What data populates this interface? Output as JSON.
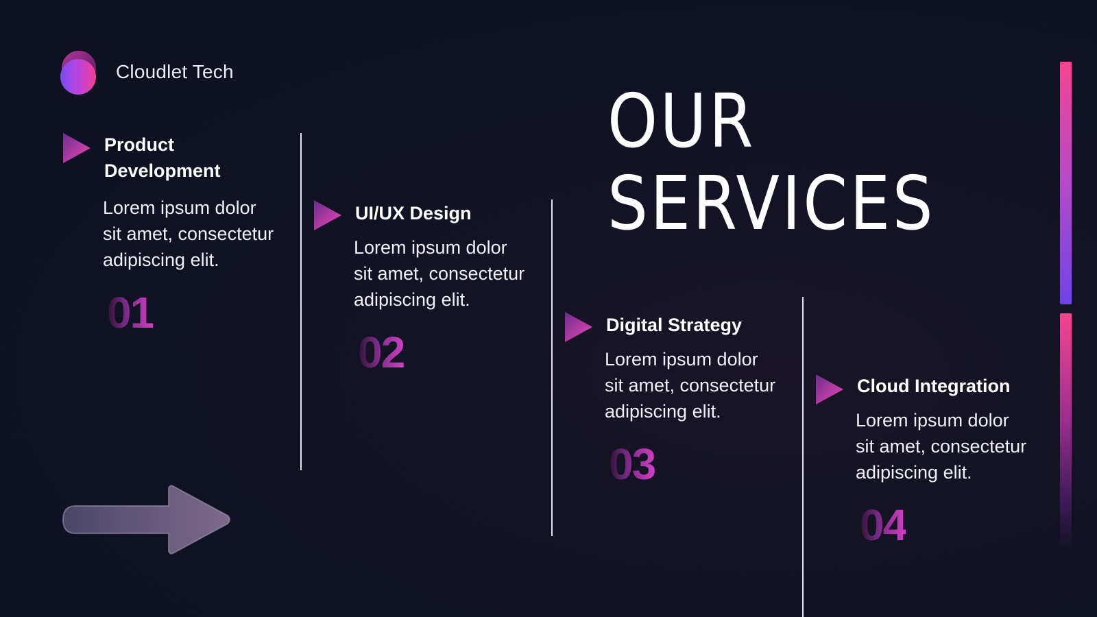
{
  "brand": {
    "name": "Cloudlet Tech",
    "logo": "gradient-circles-logo"
  },
  "title": {
    "line1": "OUR",
    "line2": "SERVICES"
  },
  "services": [
    {
      "name_line1": "Product",
      "name_line2": "Development",
      "desc": [
        "Lorem ipsum dolor",
        "sit amet, consectetur",
        "adipiscing elit."
      ],
      "number": "01"
    },
    {
      "name_line1": "UI/UX Design",
      "name_line2": "",
      "desc": [
        "Lorem ipsum dolor",
        "sit amet, consectetur",
        "adipiscing elit."
      ],
      "number": "02"
    },
    {
      "name_line1": "Digital Strategy",
      "name_line2": "",
      "desc": [
        "Lorem ipsum dolor",
        "sit amet, consectetur",
        "adipiscing elit."
      ],
      "number": "03"
    },
    {
      "name_line1": "Cloud Integration",
      "name_line2": "",
      "desc": [
        "Lorem ipsum dolor",
        "sit amet, consectetur",
        "adipiscing elit."
      ],
      "number": "04"
    }
  ],
  "decor": {
    "arrow": "right-arrow-icon",
    "triangle": "play-triangle-icon"
  },
  "colors": {
    "background": "#0f1222",
    "accent_pink": "#f34591",
    "accent_purple": "#6d44e6",
    "text": "#ffffff"
  }
}
